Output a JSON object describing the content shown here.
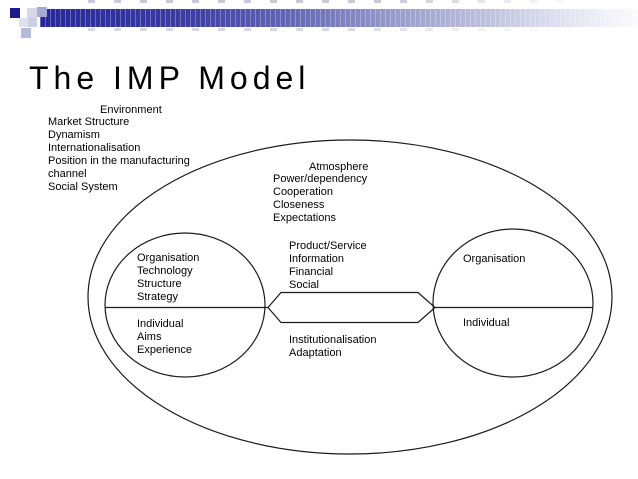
{
  "slide": {
    "title": "The IMP Model"
  },
  "diagram": {
    "environment": {
      "heading": "Environment",
      "lines": [
        "Market Structure",
        "Dynamism",
        "Internationalisation",
        "Position in the manufacturing",
        "channel",
        "Social System"
      ]
    },
    "atmosphere": {
      "heading": "Atmosphere",
      "lines": [
        "Power/dependency",
        "Cooperation",
        "Closeness",
        "Expectations"
      ]
    },
    "exchange": {
      "lines": [
        "Product/Service",
        "Information",
        "Financial",
        "Social"
      ]
    },
    "relationship": {
      "lines": [
        "Institutionalisation",
        "Adaptation"
      ]
    },
    "left_party": {
      "upper": [
        "Organisation",
        "Technology",
        "Structure",
        "Strategy"
      ],
      "lower": [
        "Individual",
        "Aims",
        "Experience"
      ]
    },
    "right_party": {
      "upper": [
        "Organisation"
      ],
      "lower": [
        "Individual"
      ]
    }
  },
  "colors": {
    "accent_navy": "#1c1c8e",
    "bar_blue": "#2b2b9a",
    "line": "#1a1a1a",
    "text": "#000000",
    "background": "#ffffff"
  }
}
